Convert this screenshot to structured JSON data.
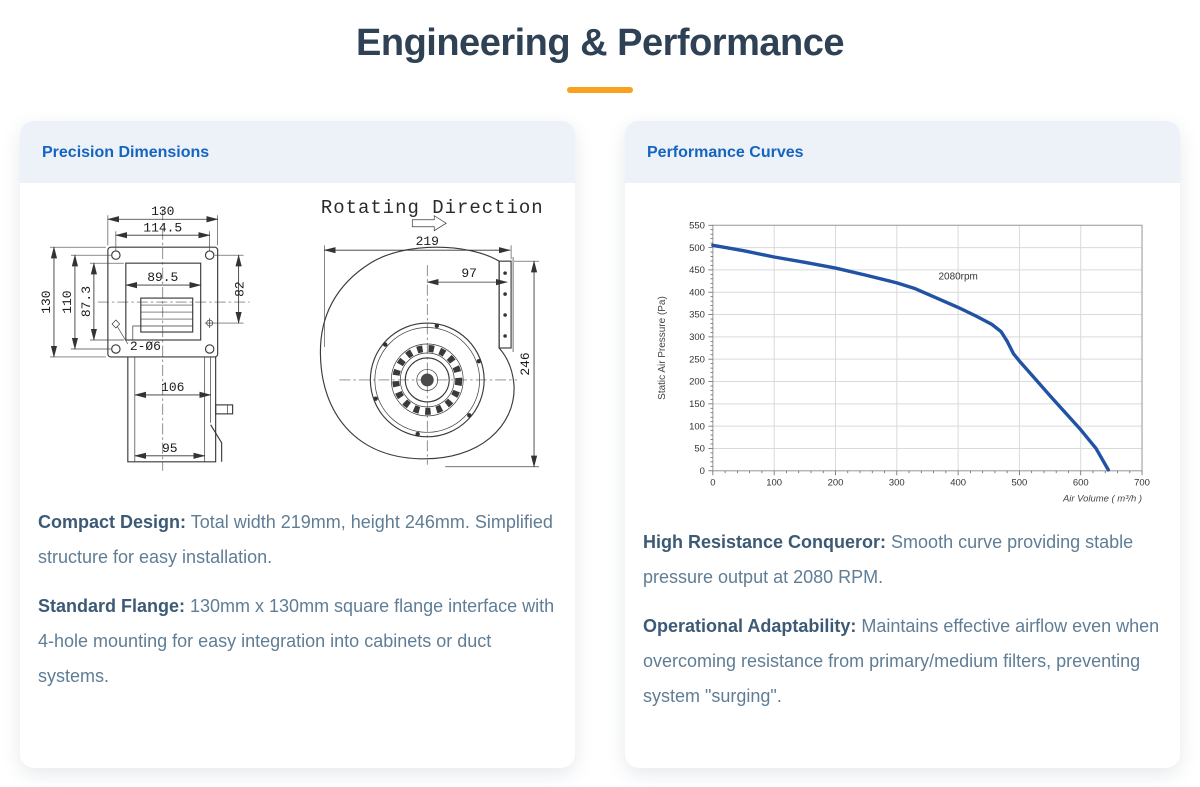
{
  "page": {
    "title": "Engineering & Performance"
  },
  "colors": {
    "accent_orange": "#F9A21F",
    "title_navy": "#2F4154",
    "card_title_blue": "#1565C0",
    "card_header_bg": "#EDF1F8",
    "body_text": "#5F7D95",
    "curve_blue": "#2152A3"
  },
  "cards": {
    "dimensions": {
      "header": "Precision Dimensions",
      "drawing": {
        "front_view": {
          "width_outer": "130",
          "hole_spacing_h": "114.5",
          "opening_width": "89.5",
          "height_outer": "130",
          "hole_spacing_v": "110",
          "opening_height": "87.3",
          "right_span": "82",
          "hole_callout": "2-Ø6",
          "body_width": "106",
          "base_width": "95"
        },
        "side_view": {
          "rotating_direction_label": "Rotating Direction",
          "total_width": "219",
          "center_to_outlet": "97",
          "total_height": "246"
        }
      },
      "paragraphs": [
        {
          "lead": "Compact Design:",
          "text": " Total width 219mm, height 246mm. Simplified structure for easy installation."
        },
        {
          "lead": "Standard Flange:",
          "text": " 130mm x 130mm square flange interface with 4-hole mounting for easy integration into cabinets or duct systems."
        }
      ]
    },
    "performance": {
      "header": "Performance Curves",
      "paragraphs": [
        {
          "lead": "High Resistance Conqueror:",
          "text": " Smooth curve providing stable pressure output at 2080 RPM."
        },
        {
          "lead": "Operational Adaptability:",
          "text": " Maintains effective airflow even when overcoming resistance from primary/medium filters, preventing system \"surging\"."
        }
      ]
    }
  },
  "chart_data": {
    "type": "line",
    "title": "",
    "xlabel": "Air Volume ( m³/h )",
    "ylabel": "Static Air Pressure  (Pa)",
    "xlim": [
      0,
      700
    ],
    "ylim": [
      0,
      550
    ],
    "x_ticks": [
      0,
      100,
      200,
      300,
      400,
      500,
      600,
      700
    ],
    "y_ticks": [
      0,
      50,
      100,
      150,
      200,
      250,
      300,
      350,
      400,
      450,
      500,
      550
    ],
    "grid": true,
    "legend_position": "inline-label",
    "series": [
      {
        "name": "2080rpm",
        "color": "#2152A3",
        "label_position": {
          "x": 368,
          "y": 428
        },
        "points": [
          [
            0,
            505
          ],
          [
            50,
            493
          ],
          [
            100,
            479
          ],
          [
            150,
            467
          ],
          [
            200,
            454
          ],
          [
            250,
            438
          ],
          [
            300,
            421
          ],
          [
            330,
            408
          ],
          [
            360,
            390
          ],
          [
            400,
            366
          ],
          [
            430,
            346
          ],
          [
            455,
            328
          ],
          [
            470,
            312
          ],
          [
            480,
            290
          ],
          [
            490,
            263
          ],
          [
            500,
            246
          ],
          [
            525,
            207
          ],
          [
            550,
            168
          ],
          [
            575,
            130
          ],
          [
            600,
            92
          ],
          [
            625,
            50
          ],
          [
            645,
            2
          ]
        ]
      }
    ]
  }
}
